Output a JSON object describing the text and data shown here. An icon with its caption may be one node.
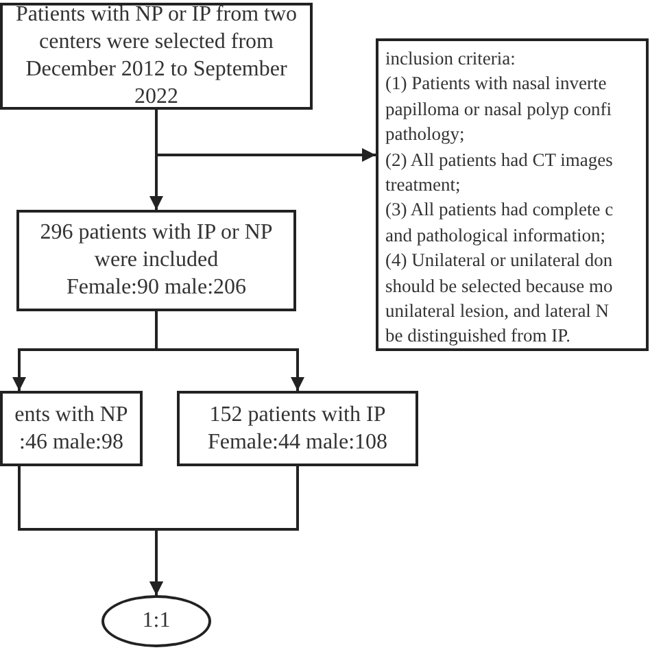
{
  "diagram": {
    "nodes": [
      {
        "text": [
          "Patients with NP or IP from two centers were selected from December 2012 to September 2022"
        ]
      },
      {
        "text": [
          "inclusion criteria:",
          "(1) Patients with nasal inverte",
          "papilloma or nasal polyp confi",
          "pathology;",
          "(2) All patients had CT images",
          "treatment;",
          "(3) All patients had complete c",
          "and pathological information;",
          "(4) Unilateral or unilateral don",
          "should be selected because mo",
          "unilateral lesion, and lateral N",
          "be distinguished from IP."
        ]
      },
      {
        "text": [
          "296 patients with IP or NP were included",
          "Female:90 male:206"
        ]
      },
      {
        "text": [
          "ents with NP",
          ":46 male:98"
        ]
      },
      {
        "text": [
          "152 patients with IP",
          "Female:44 male:108"
        ]
      },
      {
        "text": [
          "1:1"
        ]
      }
    ],
    "edges": [
      {
        "from": 0,
        "to": 2,
        "arrow": "to"
      },
      {
        "from": 0,
        "to": 1,
        "arrow": "to"
      },
      {
        "from": 2,
        "to": 3,
        "arrow": "to"
      },
      {
        "from": 2,
        "to": 4,
        "arrow": "to"
      },
      {
        "from": 3,
        "to": 5,
        "arrow": "to"
      },
      {
        "from": 4,
        "to": 5,
        "arrow": "to"
      }
    ]
  }
}
